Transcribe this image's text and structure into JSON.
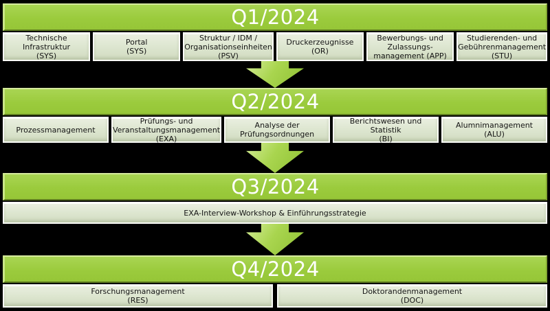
{
  "colors": {
    "background": "#000000",
    "header_green": "#9bcb3d",
    "header_green_light": "#d7eb9f",
    "header_green_dark": "#5e7b20",
    "arrow_green": "#a9d54f",
    "box_fill": "#dde6d0",
    "box_border": "#fbfdf8",
    "header_text": "#ffffff",
    "box_text": "#141414"
  },
  "sections": [
    {
      "title": "Q1/2024",
      "modules": [
        {
          "lines": [
            "Technische",
            "Infrastruktur",
            "(SYS)"
          ]
        },
        {
          "lines": [
            "Portal",
            "(SYS)"
          ]
        },
        {
          "lines": [
            "Struktur / IDM /",
            "Organisationseinheiten",
            "(PSV)"
          ]
        },
        {
          "lines": [
            "Druckerzeugnisse",
            "(OR)"
          ]
        },
        {
          "lines": [
            "Bewerbungs- und",
            "Zulassungs-",
            "management (APP)"
          ]
        },
        {
          "lines": [
            "Studierenden- und",
            "Gebührenmanagement",
            "(STU)"
          ]
        }
      ]
    },
    {
      "title": "Q2/2024",
      "modules": [
        {
          "lines": [
            "Prozessmanagement"
          ]
        },
        {
          "lines": [
            "Prüfungs- und",
            "Veranstaltungsmanagement",
            "(EXA)"
          ]
        },
        {
          "lines": [
            "Analyse der",
            "Prüfungsordnungen"
          ]
        },
        {
          "lines": [
            "Berichtswesen und Statistik",
            "(BI)"
          ]
        },
        {
          "lines": [
            "Alumnimanagement",
            "(ALU)"
          ]
        }
      ]
    },
    {
      "title": "Q3/2024",
      "modules": [
        {
          "lines": [
            "EXA-Interview-Workshop & Einführungsstrategie"
          ]
        }
      ]
    },
    {
      "title": "Q4/2024",
      "modules": [
        {
          "lines": [
            "Forschungsmanagement",
            "(RES)"
          ]
        },
        {
          "lines": [
            "Doktorandenmanagement",
            "(DOC)"
          ]
        }
      ]
    }
  ]
}
